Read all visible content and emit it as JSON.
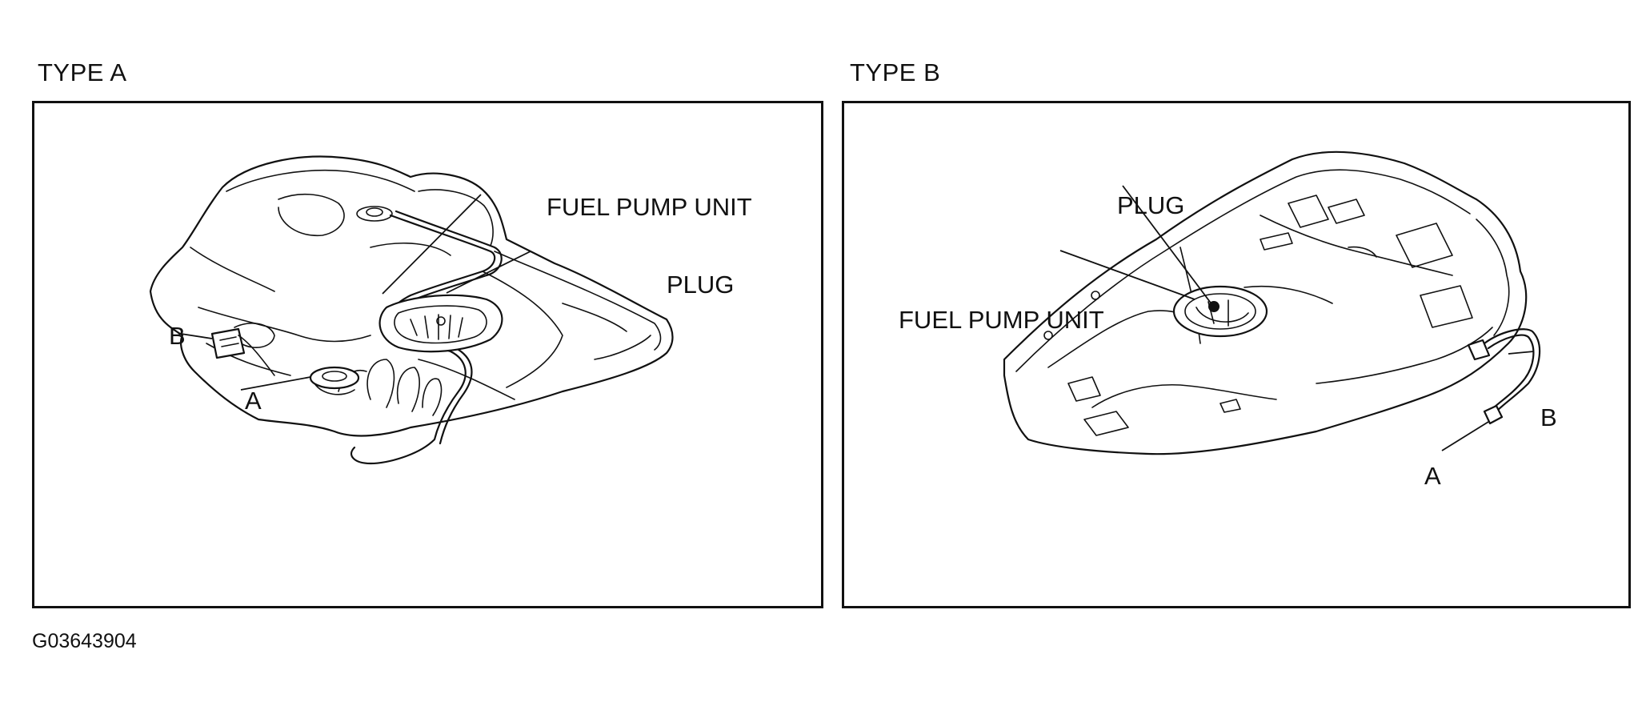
{
  "panel_a": {
    "title": "TYPE A",
    "labels": {
      "fuel_pump_unit": "FUEL PUMP UNIT",
      "plug": "PLUG",
      "b": "B",
      "a": "A"
    }
  },
  "panel_b": {
    "title": "TYPE B",
    "labels": {
      "plug": "PLUG",
      "fuel_pump_unit": "FUEL PUMP UNIT",
      "b": "B",
      "a": "A"
    }
  },
  "figure_id": "G03643904",
  "colors": {
    "line": "#111111",
    "background": "#ffffff"
  }
}
